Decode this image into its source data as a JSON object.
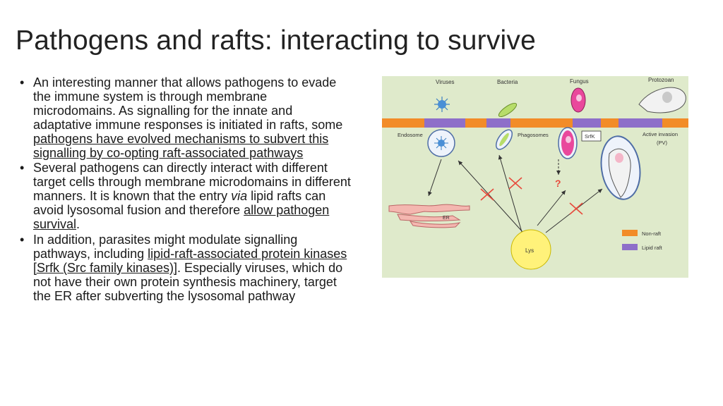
{
  "slide": {
    "title": "Pathogens and rafts: interacting to survive"
  },
  "bullets": [
    {
      "pre": "An interesting manner that allows pathogens to evade the immune system is through membrane microdomains. As signalling for the innate and adaptative immune responses is initiated in rafts, some ",
      "link": "pathogens have evolved mechanisms to subvert this signalling by co-opting raft-associated pathways",
      "post": ""
    },
    {
      "pre": "Several pathogens can directly interact with different target cells through membrane microdomains in different manners. It is known that the entry ",
      "italic": "via",
      "mid": " lipid rafts can avoid lysosomal fusion and therefore ",
      "link": "allow pathogen survival",
      "post": "."
    },
    {
      "pre": "In addition, parasites might modulate signalling pathways, including ",
      "link": "lipid-raft-associated protein kinases [Srfk (Src family kinases)]",
      "post": ". Especially viruses, which do not have their own protein synthesis machinery, target the ER after subverting the lysosomal pathway"
    }
  ],
  "figure": {
    "labels": {
      "viruses": "Viruses",
      "bacteria": "Bacteria",
      "fungus": "Fungus",
      "protozoan": "Protozoan",
      "endosome": "Endosome",
      "phagosomes": "Phagosomes",
      "srfk": "SrfK",
      "active_invasion": "Active invasion",
      "pv": "(PV)",
      "er": "ER",
      "question": "?",
      "lys": "Lys"
    },
    "legend": [
      {
        "label": "Non-raft",
        "color": "#f28c28"
      },
      {
        "label": "Lipid raft",
        "color": "#8e6fc9"
      }
    ],
    "colors": {
      "background": "#dfeacb",
      "membrane_nonraft": "#f28c28",
      "membrane_raft": "#8e6fc9",
      "lysosome": "#fff27a",
      "fungus": "#e9489c",
      "cross": "#e84a3c"
    }
  }
}
